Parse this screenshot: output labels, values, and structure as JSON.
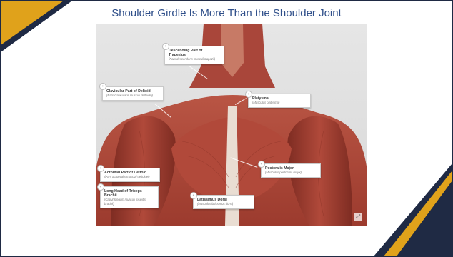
{
  "slide": {
    "title": "Shoulder Girdle Is More Than the Shoulder Joint",
    "colors": {
      "navy": "#1f2a44",
      "gold": "#e0a21b",
      "title": "#2f4f8a",
      "muscle": "#b64a3a"
    }
  },
  "figure": {
    "labels": [
      {
        "name": "Descending Part of Trapezius",
        "latin": "(Pars descendens musculi trapezii)"
      },
      {
        "name": "Clavicular Part of Deltoid",
        "latin": "(Pars clavicularis musculi deltoidei)"
      },
      {
        "name": "Platysma",
        "latin": "(Musculus platysma)"
      },
      {
        "name": "Pectoralis Major",
        "latin": "(Musculus pectoralis major)"
      },
      {
        "name": "Acromial Part of Deltoid",
        "latin": "(Pars acromialis musculi deltoidei)"
      },
      {
        "name": "Long Head of Triceps Brachii",
        "latin": "(Caput longum musculi tricipitis brachii)"
      },
      {
        "name": "Latissimus Dorsi",
        "latin": "(Musculus latissimus dorsi)"
      }
    ],
    "expand_icon": "expand-icon"
  }
}
